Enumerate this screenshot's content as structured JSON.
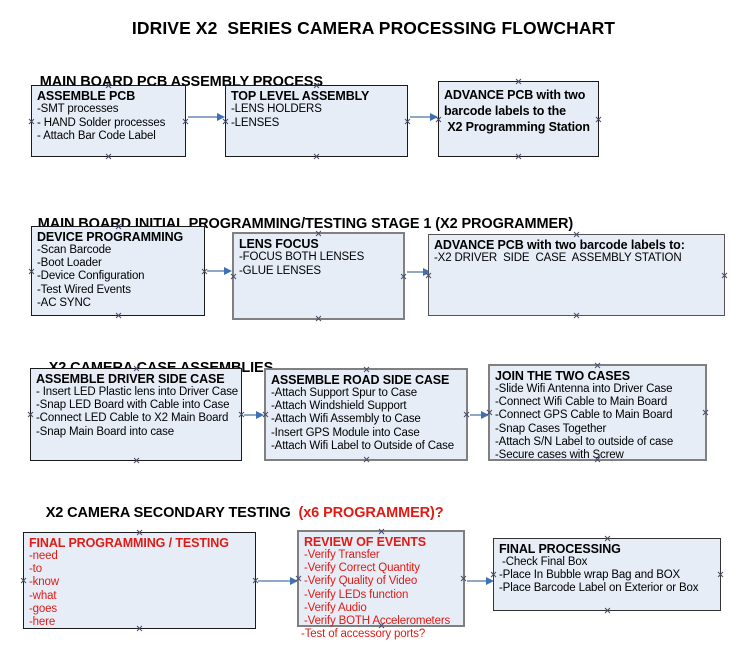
{
  "title": "IDRIVE X2  SERIES CAMERA PROCESSING FLOWCHART",
  "colors": {
    "box_fill": "#e6edf7",
    "box_border": "#1a1a1a",
    "box_border_gray": "#808080",
    "accent_red": "#e01b15",
    "arrow_shaft": "#8fa8c8",
    "arrow_head": "#3f6fb5"
  },
  "sections": [
    {
      "id": "main-board-pcb-assembly",
      "header": "MAIN BOARD PCB ASSEMBLY PROCESS",
      "header_accent": "",
      "nodes": [
        {
          "id": "assemble-pcb",
          "title": "ASSEMBLE PCB",
          "lines": [
            "-SMT processes",
            "- HAND Solder processes",
            "- Attach Bar Code Label"
          ]
        },
        {
          "id": "top-level-assembly",
          "title": "TOP LEVEL ASSEMBLY",
          "lines": [
            "-LENS HOLDERS",
            "-LENSES"
          ]
        },
        {
          "id": "advance-pcb-to-x2-programming-station",
          "title": "",
          "lines": [
            "ADVANCE PCB with two",
            "barcode labels to the",
            " X2 Programming Station"
          ]
        }
      ]
    },
    {
      "id": "main-board-initial-programming",
      "header": "MAIN BOARD INITIAL PROGRAMMING/TESTING STAGE 1 (X2 PROGRAMMER)",
      "header_accent": "",
      "nodes": [
        {
          "id": "device-programming",
          "title": "DEVICE PROGRAMMING",
          "lines": [
            "-Scan Barcode",
            "-Boot Loader",
            "-Device Configuration",
            "-Test Wired Events",
            "-AC SYNC"
          ]
        },
        {
          "id": "lens-focus",
          "title": "LENS FOCUS",
          "lines": [
            "-FOCUS BOTH LENSES",
            "-GLUE LENSES"
          ]
        },
        {
          "id": "advance-pcb-to-driver-side-case-station",
          "title": "ADVANCE PCB with two barcode labels to:",
          "lines": [
            "-X2 DRIVER  SIDE  CASE  ASSEMBLY STATION"
          ]
        }
      ]
    },
    {
      "id": "x2-camera-case-assemblies",
      "header": "X2 CAMERA CASE ASSEMBLIES",
      "header_accent": "",
      "nodes": [
        {
          "id": "assemble-driver-side-case",
          "title": "ASSEMBLE DRIVER SIDE CASE",
          "lines": [
            "- Insert LED Plastic lens into Driver Case",
            "-Snap LED Board with Cable into Case",
            "-Connect LED Cable to X2 Main Board",
            "-Snap Main Board into case"
          ]
        },
        {
          "id": "assemble-road-side-case",
          "title": "ASSEMBLE ROAD SIDE CASE",
          "lines": [
            "-Attach Support Spur to Case",
            "-Attach Windshield Support",
            "-Attach Wifi Assembly to Case",
            "-Insert GPS Module into Case",
            "-Attach Wifi Label to Outside of Case"
          ]
        },
        {
          "id": "join-the-two-cases",
          "title": "JOIN THE TWO CASES",
          "lines": [
            "-Slide Wifi Antenna into Driver Case",
            "-Connect Wifi Cable to Main Board",
            "-Connect GPS Cable to Main Board",
            "-Snap Cases Together",
            "-Attach S/N Label to outside of case",
            "-Secure cases with Screw"
          ]
        }
      ]
    },
    {
      "id": "x2-camera-secondary-testing",
      "header": "X2 CAMERA SECONDARY TESTING ",
      "header_accent": " (x6 PROGRAMMER)?",
      "nodes": [
        {
          "id": "final-programming-testing",
          "title": "FINAL PROGRAMMING / TESTING",
          "lines": [
            "-need",
            "-to",
            "-know",
            "-what",
            "-goes",
            "-here"
          ]
        },
        {
          "id": "review-of-events",
          "title": "REVIEW OF EVENTS",
          "lines": [
            "-Verify Transfer",
            "-Verify Correct Quantity",
            "-Verify Quality of Video",
            "-Verify LEDs function",
            "-Verify Audio",
            "-Verify BOTH Accelerometers"
          ],
          "overflow_line": "-Test of accessory ports?"
        },
        {
          "id": "final-processing",
          "title": "FINAL PROCESSING",
          "lines": [
            " -Check Final Box",
            "-Place In Bubble wrap Bag and BOX",
            "-Place Barcode Label on Exterior or Box"
          ]
        }
      ]
    }
  ]
}
